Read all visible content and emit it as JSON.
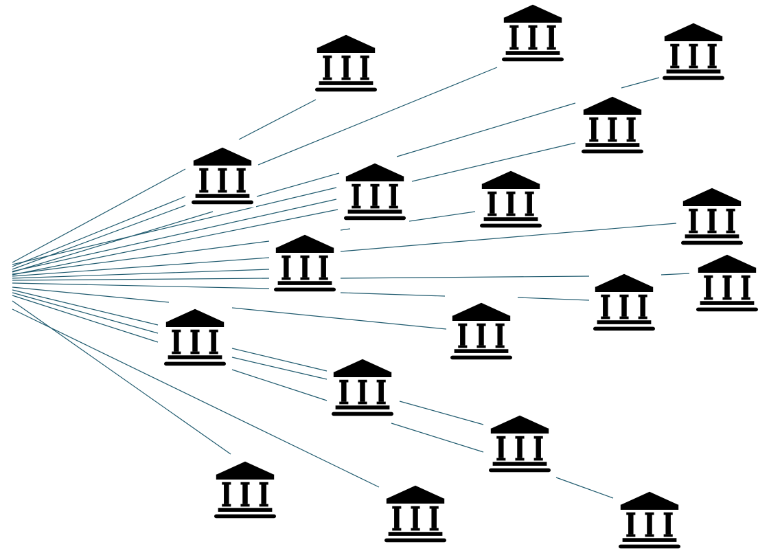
{
  "diagram": {
    "background": "#ffffff",
    "edge_color": "#1f5a6e",
    "icon_color": "#000000",
    "node_icon": "bank-building-icon",
    "nodes": [
      {
        "id": "n1"
      },
      {
        "id": "n2"
      },
      {
        "id": "n3"
      },
      {
        "id": "n4"
      },
      {
        "id": "n5"
      },
      {
        "id": "n6"
      },
      {
        "id": "n7"
      },
      {
        "id": "n8"
      },
      {
        "id": "n9"
      },
      {
        "id": "n10"
      },
      {
        "id": "n11"
      },
      {
        "id": "n12"
      },
      {
        "id": "n13"
      },
      {
        "id": "n14"
      },
      {
        "id": "n15"
      },
      {
        "id": "n16"
      },
      {
        "id": "n17"
      },
      {
        "id": "n18"
      },
      {
        "id": "n19"
      },
      {
        "id": "n20"
      }
    ]
  }
}
